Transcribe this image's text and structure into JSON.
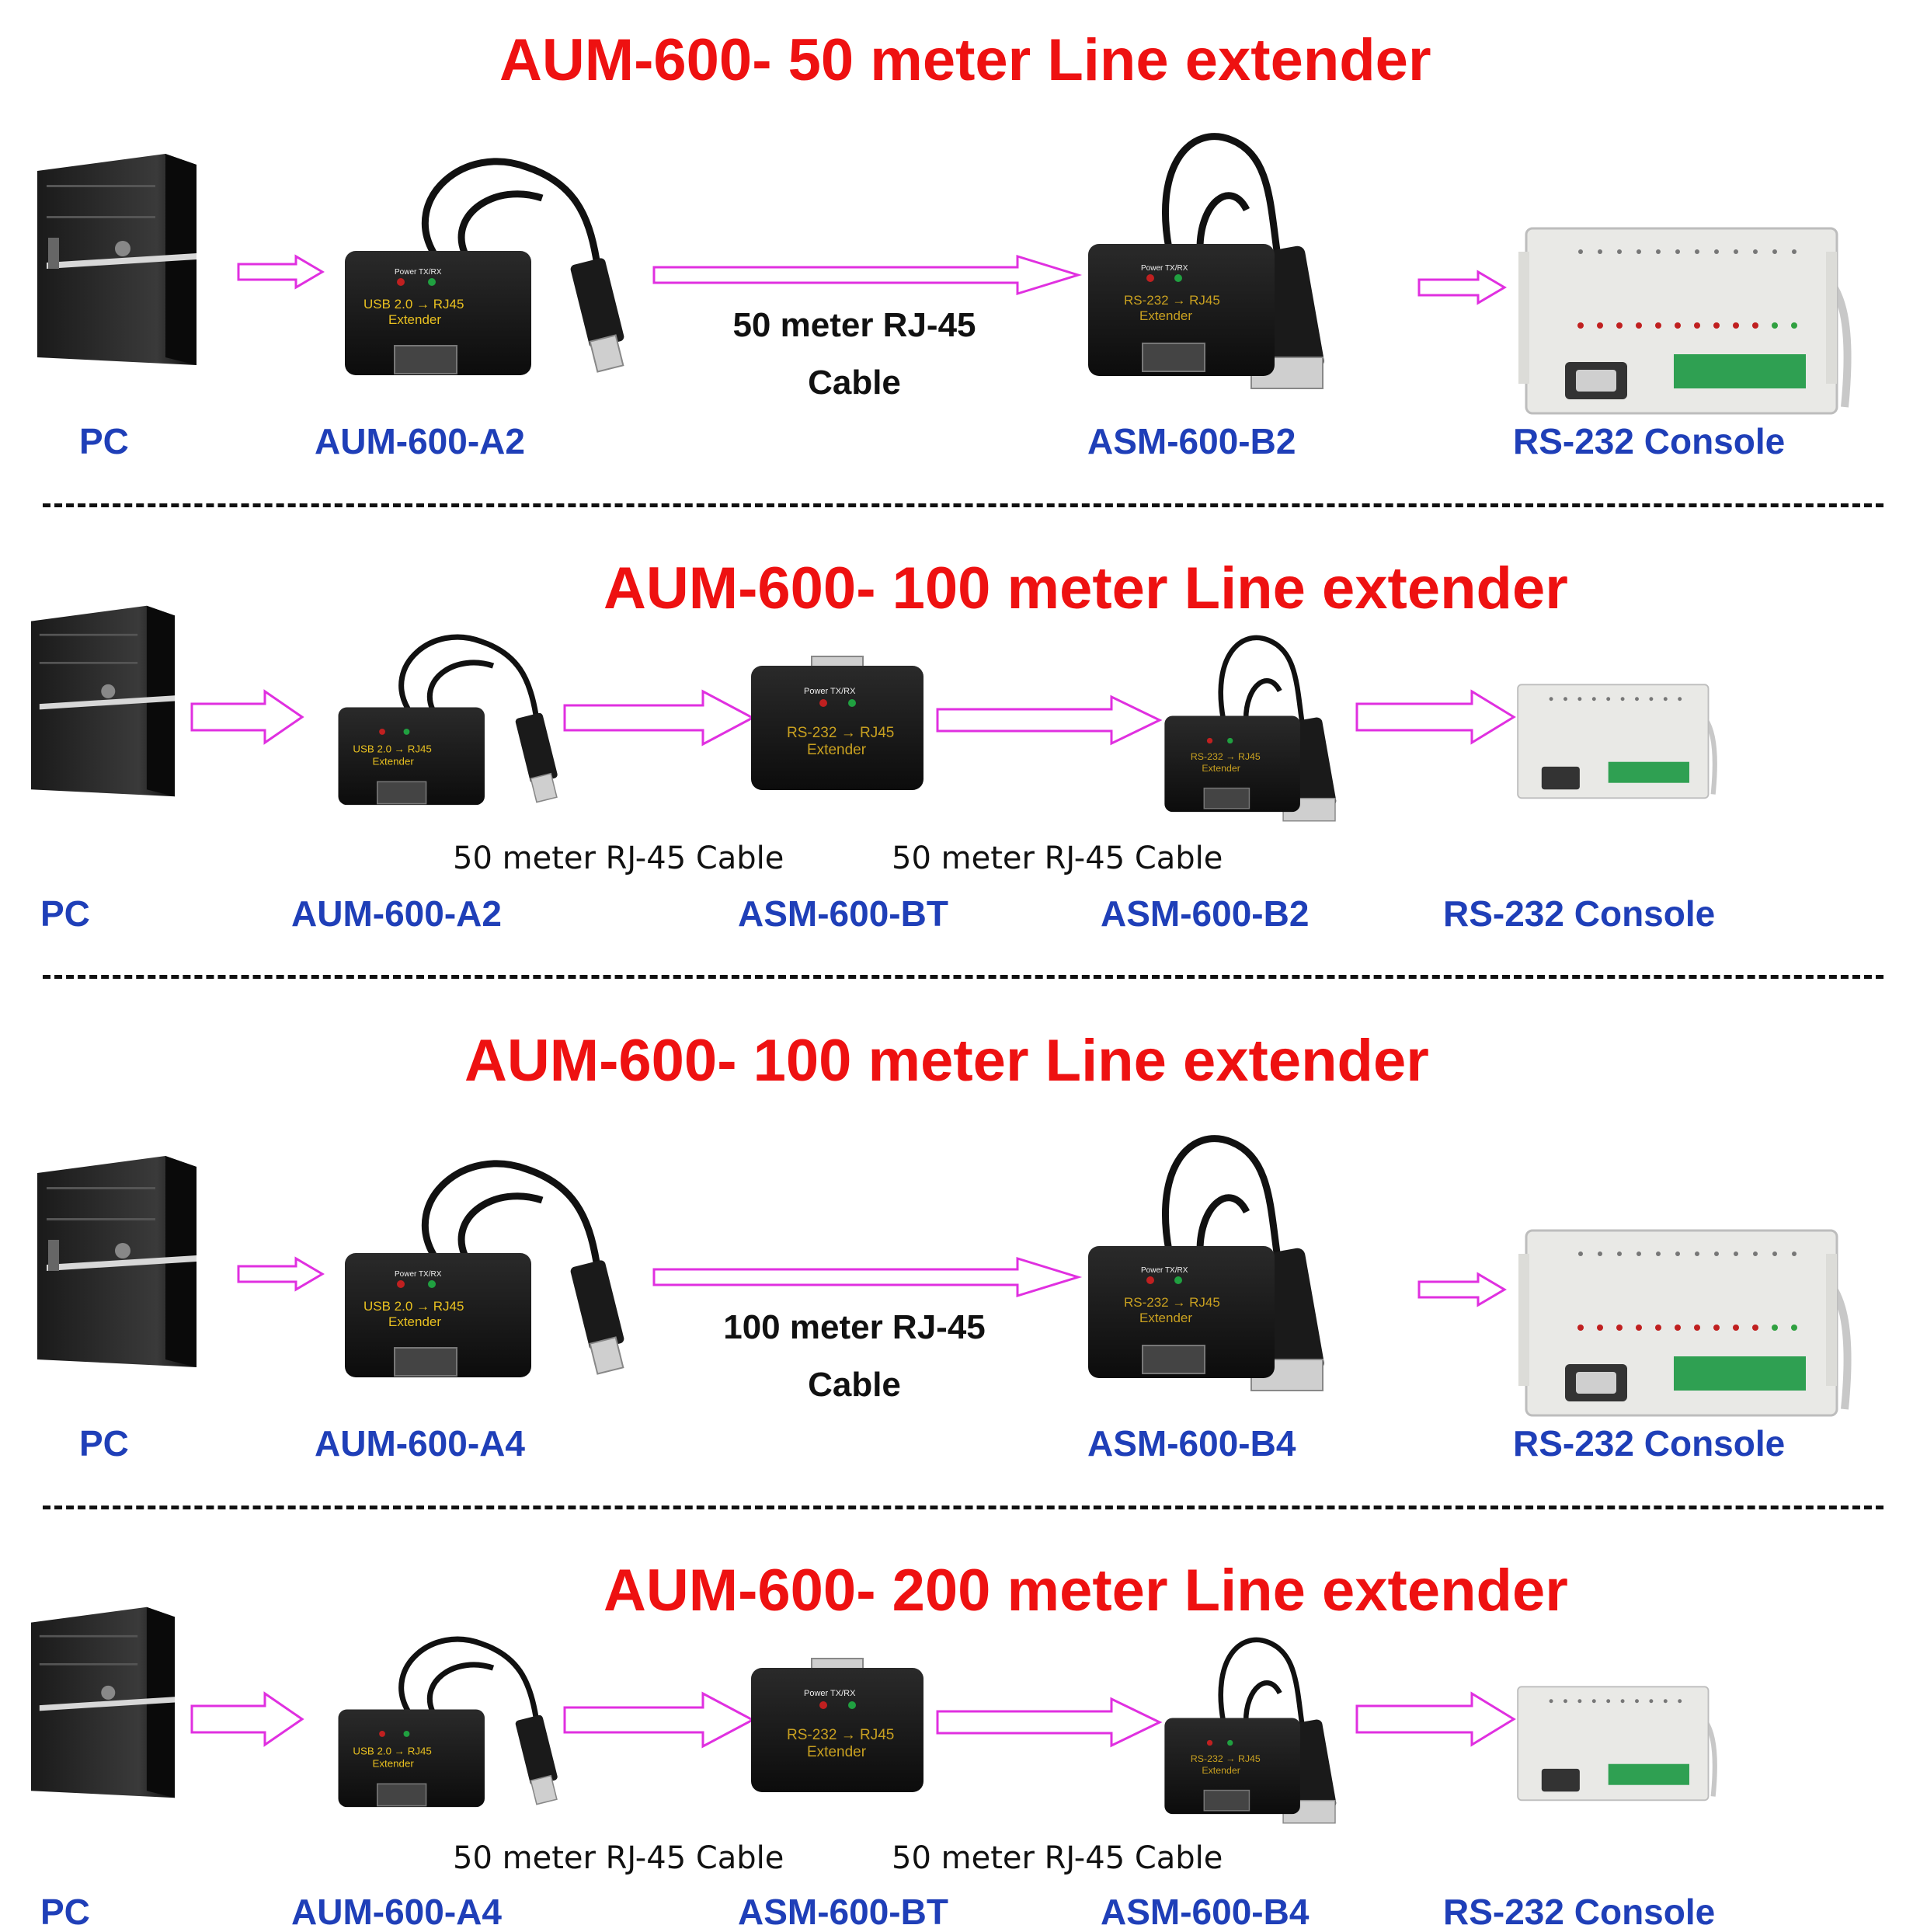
{
  "colors": {
    "title": "#ee1111",
    "label": "#1f3fb8",
    "arrow": "#e030e0",
    "device": "#111111"
  },
  "icons": [
    "pc-tower-icon",
    "usb-extender-icon",
    "rs232-extender-icon",
    "repeater-box-icon",
    "console-board-icon",
    "arrow-right-icon"
  ],
  "sections": [
    {
      "title": "AUM-600- 50 meter Line extender",
      "labels": [
        "PC",
        "AUM-600-A2",
        "ASM-600-B2",
        "RS-232 Console"
      ],
      "cable_line1": "50 meter RJ-45",
      "cable_line2": "Cable",
      "device_text": {
        "usb": "USB 2.0 → RJ45",
        "rs": "RS-232 → RJ45",
        "ext": "Extender",
        "leds": "Power  TX/RX"
      }
    },
    {
      "title": "AUM-600- 100 meter Line extender",
      "labels": [
        "PC",
        "AUM-600-A2",
        "ASM-600-BT",
        "ASM-600-B2",
        "RS-232 Console"
      ],
      "cable1": "50 meter RJ-45 Cable",
      "cable2": "50 meter RJ-45 Cable",
      "device_text": {
        "usb": "USB 2.0 → RJ45",
        "rs": "RS-232 → RJ45",
        "ext": "Extender",
        "leds": "Power  TX/RX"
      }
    },
    {
      "title": "AUM-600- 100 meter Line extender",
      "labels": [
        "PC",
        "AUM-600-A4",
        "ASM-600-B4",
        "RS-232 Console"
      ],
      "cable_line1": "100 meter RJ-45",
      "cable_line2": "Cable",
      "device_text": {
        "usb": "USB 2.0 → RJ45",
        "rs": "RS-232 → RJ45",
        "ext": "Extender",
        "leds": "Power  TX/RX"
      }
    },
    {
      "title": "AUM-600- 200 meter Line extender",
      "labels": [
        "PC",
        "AUM-600-A4",
        "ASM-600-BT",
        "ASM-600-B4",
        "RS-232 Console"
      ],
      "cable1": "50 meter RJ-45 Cable",
      "cable2": "50 meter RJ-45 Cable",
      "device_text": {
        "usb": "USB 2.0 → RJ45",
        "rs": "RS-232 → RJ45",
        "ext": "Extender",
        "leds": "Power  TX/RX"
      }
    }
  ]
}
